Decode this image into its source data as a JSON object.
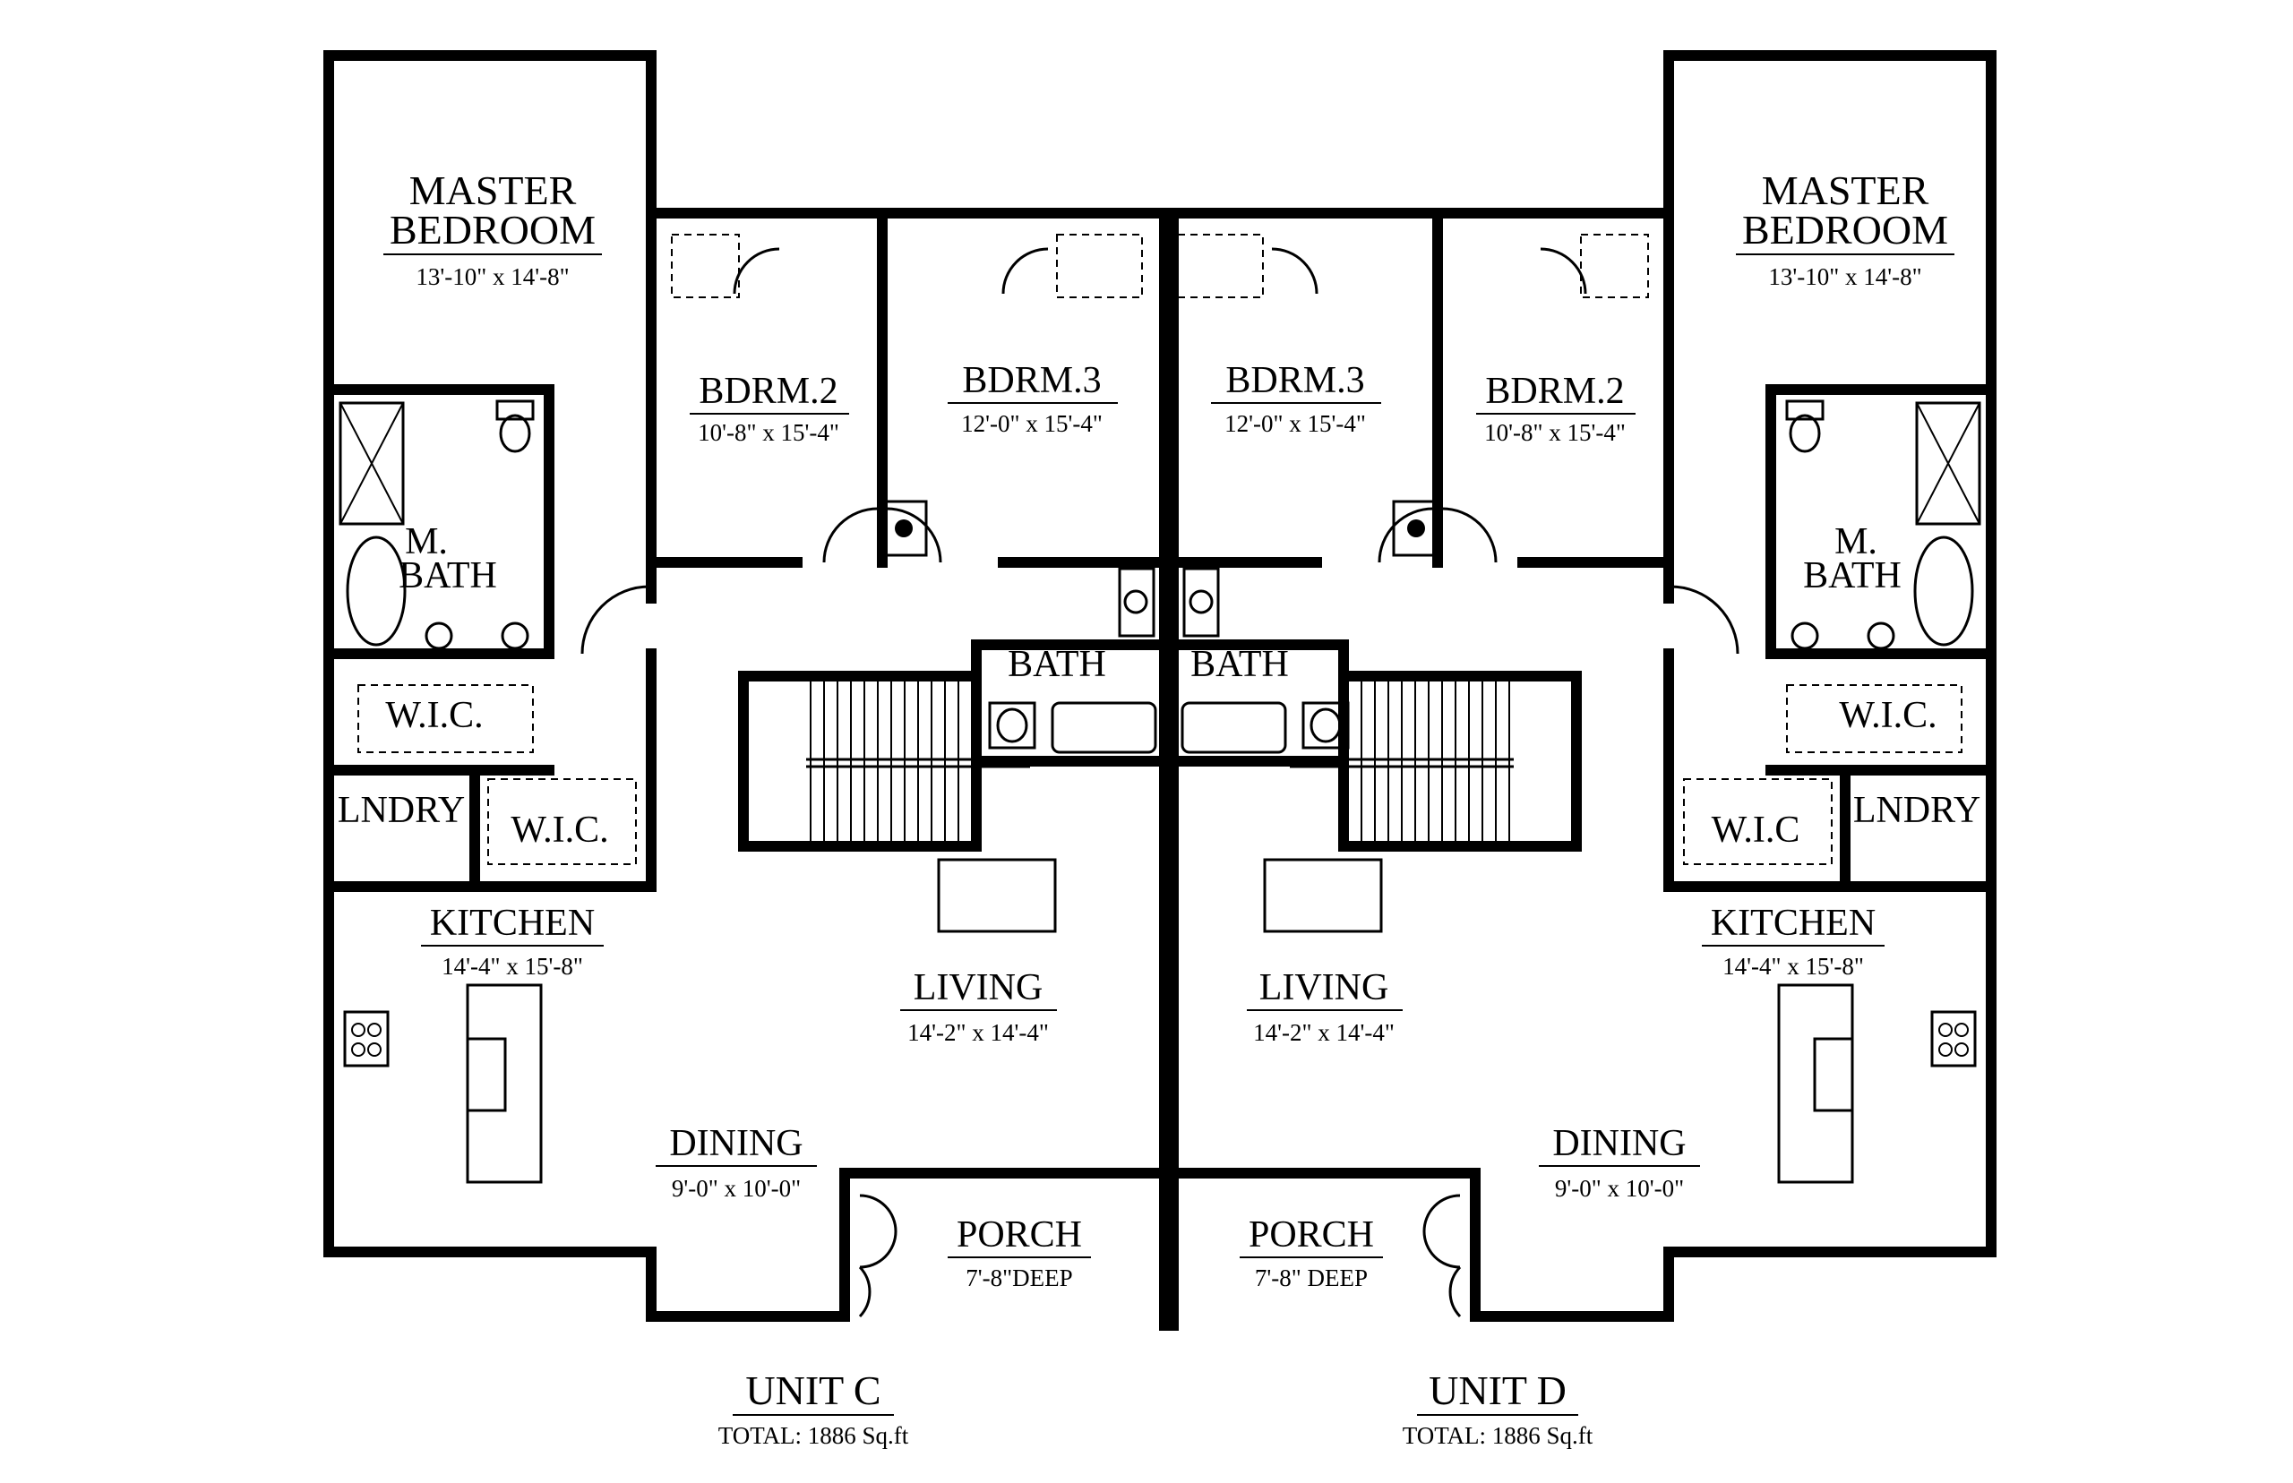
{
  "unit_c": {
    "title": "UNIT C",
    "total": "TOTAL: 1886 Sq.ft",
    "master_bedroom": {
      "line1": "MASTER",
      "line2": "BEDROOM",
      "dim": "13'-10\" x 14'-8\""
    },
    "bdrm2": {
      "label": "BDRM.2",
      "dim": "10'-8\" x 15'-4\""
    },
    "bdrm3": {
      "label": "BDRM.3",
      "dim": "12'-0\" x 15'-4\""
    },
    "m_bath": {
      "line1": "M.",
      "line2": "BATH"
    },
    "bath": "BATH",
    "wic_upper": "W.I.C.",
    "wic_lower": "W.I.C.",
    "laundry": "LNDRY",
    "kitchen": {
      "label": "KITCHEN",
      "dim": "14'-4\" x 15'-8\""
    },
    "living": {
      "label": "LIVING",
      "dim": "14'-2\" x 14'-4\""
    },
    "dining": {
      "label": "DINING",
      "dim": "9'-0\" x 10'-0\""
    },
    "porch": {
      "label": "PORCH",
      "dim": "7'-8\"DEEP"
    }
  },
  "unit_d": {
    "title": "UNIT D",
    "total": "TOTAL: 1886 Sq.ft",
    "master_bedroom": {
      "line1": "MASTER",
      "line2": "BEDROOM",
      "dim": "13'-10\" x 14'-8\""
    },
    "bdrm2": {
      "label": "BDRM.2",
      "dim": "10'-8\" x 15'-4\""
    },
    "bdrm3": {
      "label": "BDRM.3",
      "dim": "12'-0\" x 15'-4\""
    },
    "m_bath": {
      "line1": "M.",
      "line2": "BATH"
    },
    "bath": "BATH",
    "wic_upper": "W.I.C.",
    "wic_lower": "W.I.C",
    "laundry": "LNDRY",
    "kitchen": {
      "label": "KITCHEN",
      "dim": "14'-4\" x 15'-8\""
    },
    "living": {
      "label": "LIVING",
      "dim": "14'-2\" x 14'-4\""
    },
    "dining": {
      "label": "DINING",
      "dim": "9'-0\" x 10'-0\""
    },
    "porch": {
      "label": "PORCH",
      "dim": "7'-8\" DEEP"
    }
  }
}
